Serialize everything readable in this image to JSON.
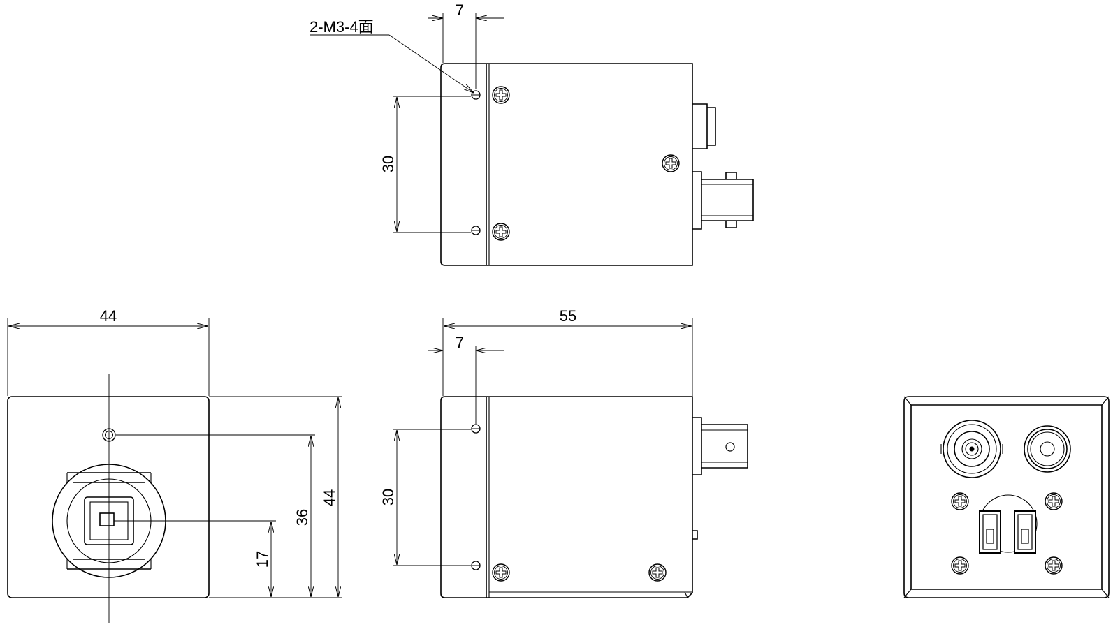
{
  "drawing": {
    "top_view": {
      "hole_callout": "2-M3-4面",
      "offset_dim": "7",
      "hole_pitch_dim": "30"
    },
    "front_view": {
      "width_dim": "44",
      "height_dim": "44",
      "hole_height_dim": "36",
      "center_height_dim": "17"
    },
    "side_view": {
      "length_dim": "55",
      "offset_dim": "7",
      "hole_pitch_dim": "30"
    }
  }
}
